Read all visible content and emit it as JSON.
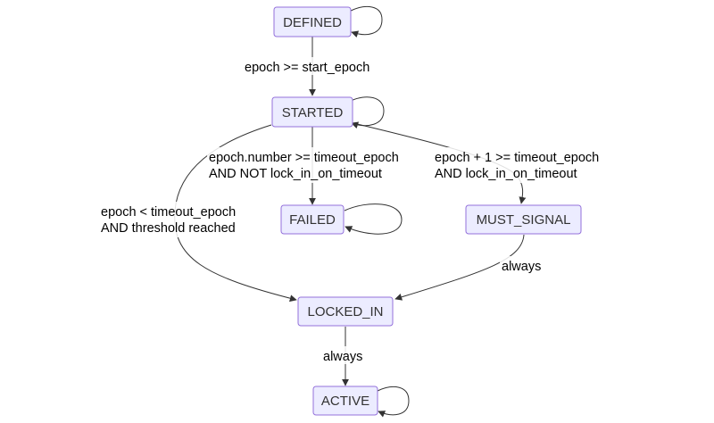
{
  "states": {
    "defined": "DEFINED",
    "started": "STARTED",
    "failed": "FAILED",
    "must_signal": "MUST_SIGNAL",
    "locked_in": "LOCKED_IN",
    "active": "ACTIVE"
  },
  "transitions": {
    "defined_to_started": [
      "epoch >= start_epoch"
    ],
    "started_to_failed": [
      "epoch.number >= timeout_epoch",
      "AND NOT lock_in_on_timeout"
    ],
    "started_to_must_signal": [
      "epoch + 1 >= timeout_epoch",
      "AND lock_in_on_timeout"
    ],
    "started_to_locked_in": [
      "epoch < timeout_epoch",
      "AND threshold reached"
    ],
    "must_signal_to_locked_in": [
      "always"
    ],
    "locked_in_to_active": [
      "always"
    ]
  },
  "colors": {
    "node_fill": "#ECECFF",
    "node_stroke": "#9370DB",
    "edge": "#333333"
  }
}
